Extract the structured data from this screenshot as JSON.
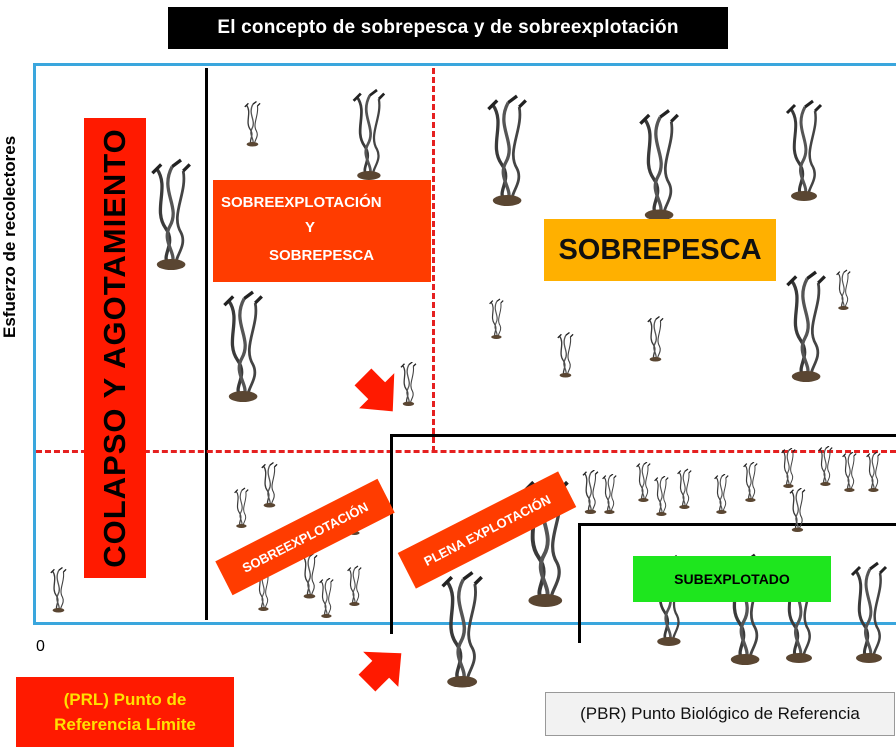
{
  "title": "El concepto de sobrepesca y de sobreexplotación",
  "y_axis_label": "Esfuerzo de recolectores",
  "origin_label": "0",
  "zones": {
    "collapse": "COLAPSO Y AGOTAMIENTO",
    "overexploitation_overfishing": {
      "line1": "SOBREEXPLOTACIÓN",
      "line2": "Y",
      "line3": "SOBREPESCA"
    },
    "overfishing": "SOBREPESCA",
    "overexploitation": "SOBREEXPLOTACIÓN",
    "full_exploitation": "PLENA EXPLOTACIÓN",
    "underexploited": "SUBEXPLOTADO"
  },
  "reference_points": {
    "prl": {
      "line1": "(PRL) Punto de",
      "line2": "Referencia Límite"
    },
    "pbr": "(PBR) Punto Biológico de Referencia"
  },
  "colors": {
    "title_bg": "#000000",
    "frame": "#3aa6dd",
    "threshold_dashes": "#e52020",
    "collapse_bg": "#ff1a00",
    "orange_labels": "#ff3c00",
    "overfishing_bg": "#ffb000",
    "underexploited_bg": "#1ee61e"
  },
  "icons": [
    "kelp-plant-icon",
    "red-arrow-icon"
  ]
}
